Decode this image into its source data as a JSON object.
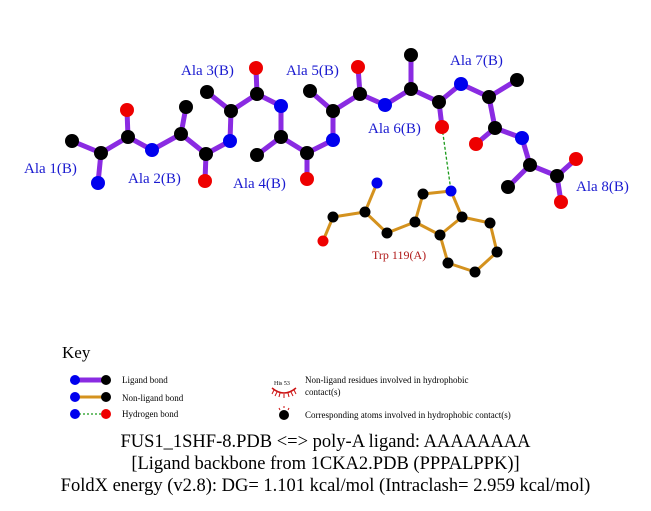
{
  "ligand_labels": [
    "Ala 1(B)",
    "Ala 2(B)",
    "Ala 3(B)",
    "Ala 4(B)",
    "Ala 5(B)",
    "Ala 6(B)",
    "Ala 7(B)",
    "Ala 8(B)"
  ],
  "residue_label": "Trp 119(A)",
  "key": {
    "title": "Key",
    "ligand_bond": "Ligand bond",
    "nonligand_bond": "Non-ligand bond",
    "hydrogen_bond": "Hydrogen bond",
    "hydrophobic_residue_example": "His 53",
    "hydrophobic_residues_line1": "Non-ligand residues involved in hydrophobic",
    "hydrophobic_residues_line2": "contact(s)",
    "hydrophobic_atoms": "Corresponding atoms involved in hydrophobic contact(s)"
  },
  "caption": {
    "line1": "FUS1_1SHF-8.PDB <=> poly-A ligand: AAAAAAAA",
    "line2": "[Ligand backbone from 1CKA2.PDB (PPPALPPK)]",
    "line3": "FoldX energy (v2.8): DG= 1.101 kcal/mol (Intraclash= 2.959 kcal/mol)"
  },
  "colors": {
    "ligand_bond": "#8a2be2",
    "nonligand_bond": "#d4921e",
    "hbond": "#1a9a1a",
    "carbon": "#000000",
    "nitrogen": "#0000ee",
    "oxygen": "#ee0000",
    "label": "#1a1ad0",
    "residue_label": "#b01818"
  }
}
